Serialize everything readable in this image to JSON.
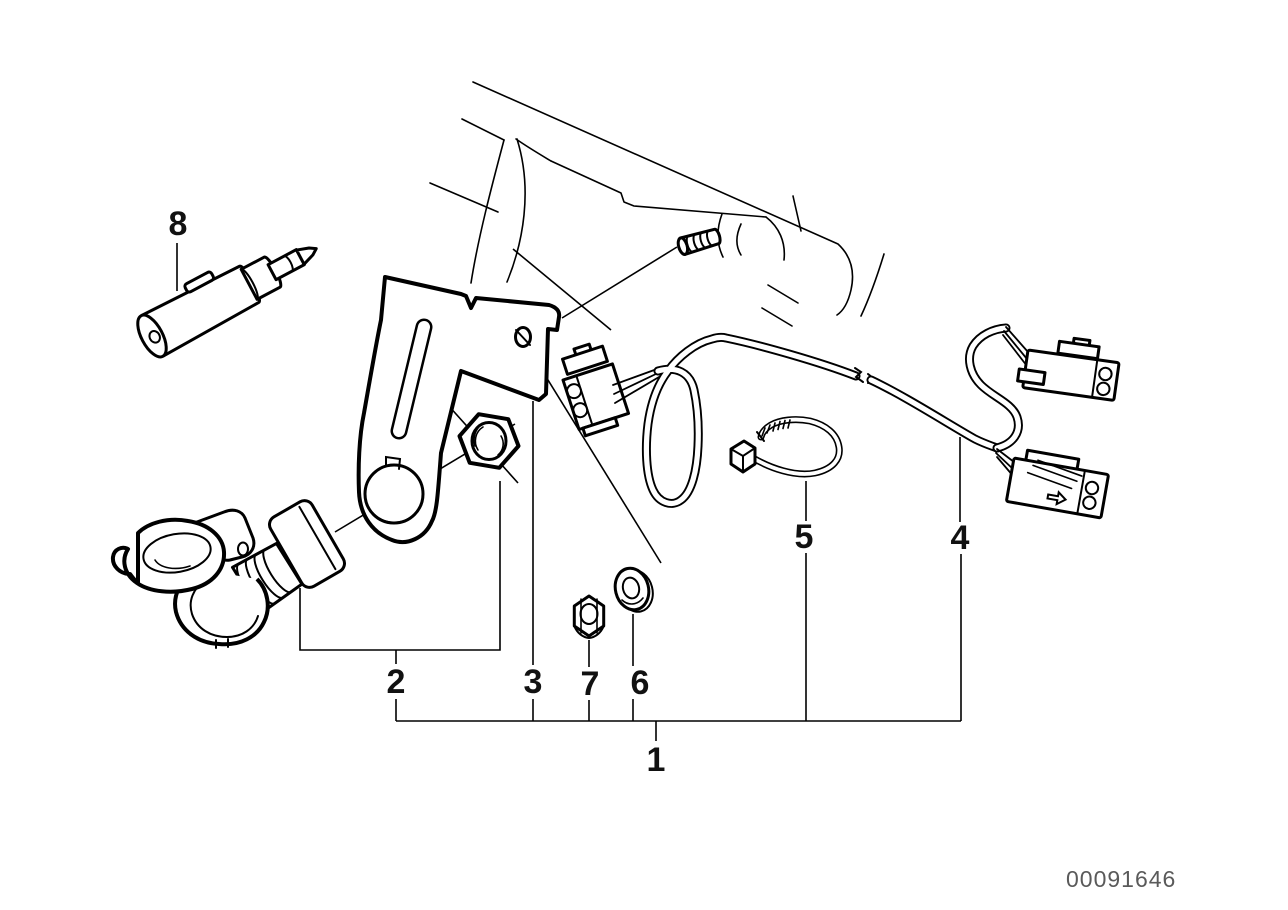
{
  "figure": {
    "doc_number": "00091646",
    "callouts": [
      {
        "label": "1"
      },
      {
        "label": "2"
      },
      {
        "label": "3"
      },
      {
        "label": "4"
      },
      {
        "label": "5"
      },
      {
        "label": "6"
      },
      {
        "label": "7"
      },
      {
        "label": "8"
      }
    ]
  }
}
